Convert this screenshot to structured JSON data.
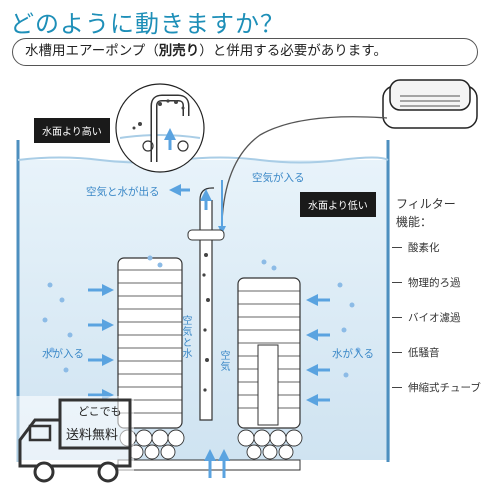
{
  "title": "どのように動きますか？",
  "subtitle": {
    "before": "水槽用エアーポンプ（",
    "emphasis": "別売り",
    "after": "）と併用する必要があります。"
  },
  "labels": {
    "above_water": "水面より高い",
    "below_water": "水面より低い",
    "air_in": "空気が入る",
    "air_water_out": "空気と水が出る",
    "water_in_left": "水が入る",
    "water_in_right": "水が入る",
    "air_and_water_vertical": "空気と水",
    "air_vertical": "空気"
  },
  "features": {
    "heading_line1": "フィルター",
    "heading_line2": "機能：",
    "items": [
      "酸素化",
      "物理的ろ過",
      "バイオ濾過",
      "低騒音",
      "伸縮式チューブ"
    ]
  },
  "badge": {
    "top": "どこでも",
    "bottom": "送料無料"
  },
  "colors": {
    "title": "#1e8fb8",
    "water": "#dcecf6",
    "arrow": "#5aa3e0",
    "tank_edge": "#4d8fbf"
  }
}
